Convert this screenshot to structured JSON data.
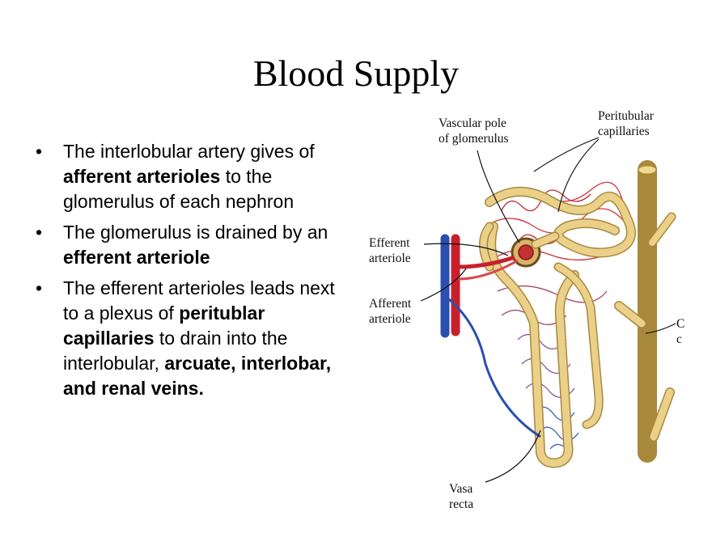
{
  "slide": {
    "title": "Blood Supply",
    "bullets": [
      {
        "parts": [
          {
            "text": "The interlobular artery gives of ",
            "bold": false
          },
          {
            "text": "afferent arterioles",
            "bold": true
          },
          {
            "text": " to the glomerulus of each nephron",
            "bold": false
          }
        ]
      },
      {
        "parts": [
          {
            "text": "The glomerulus is drained by an ",
            "bold": false
          },
          {
            "text": "efferent arteriole",
            "bold": true
          }
        ]
      },
      {
        "parts": [
          {
            "text": "The efferent arterioles leads next to a plexus of ",
            "bold": false
          },
          {
            "text": "peritublar capillaries",
            "bold": true
          },
          {
            "text": " to drain into the interlobular, ",
            "bold": false
          },
          {
            "text": "arcuate, interlobar, and renal veins.",
            "bold": true
          }
        ]
      }
    ]
  },
  "diagram": {
    "labels": {
      "vascular_pole_1": "Vascular pole",
      "vascular_pole_2": "of glomerulus",
      "peritubular_1": "Peritubular",
      "peritubular_2": "capillaries",
      "efferent_1": "Efferent",
      "efferent_2": "arteriole",
      "afferent_1": "Afferent",
      "afferent_2": "arteriole",
      "vasa_1": "Vasa",
      "vasa_2": "recta",
      "cut_1": "C",
      "cut_2": "c"
    },
    "colors": {
      "tubule": "#e8c878",
      "tubule_edge": "#a8893c",
      "artery": "#c8202a",
      "vein": "#2a4fb0"
    }
  }
}
